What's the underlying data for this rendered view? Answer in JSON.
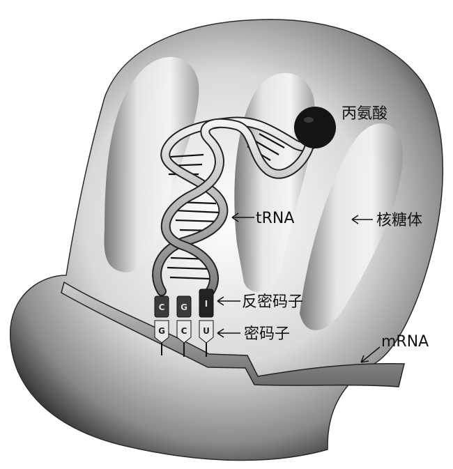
{
  "labels": {
    "amino_acid": "丙氨酸",
    "trna": "tRNA",
    "ribosome": "核糖体",
    "anticodon": "反密码子",
    "codon": "密码子",
    "mrna": "mRNA"
  },
  "anticodon_bases": [
    "C",
    "G",
    "I"
  ],
  "codon_bases": [
    "G",
    "C",
    "U"
  ]
}
